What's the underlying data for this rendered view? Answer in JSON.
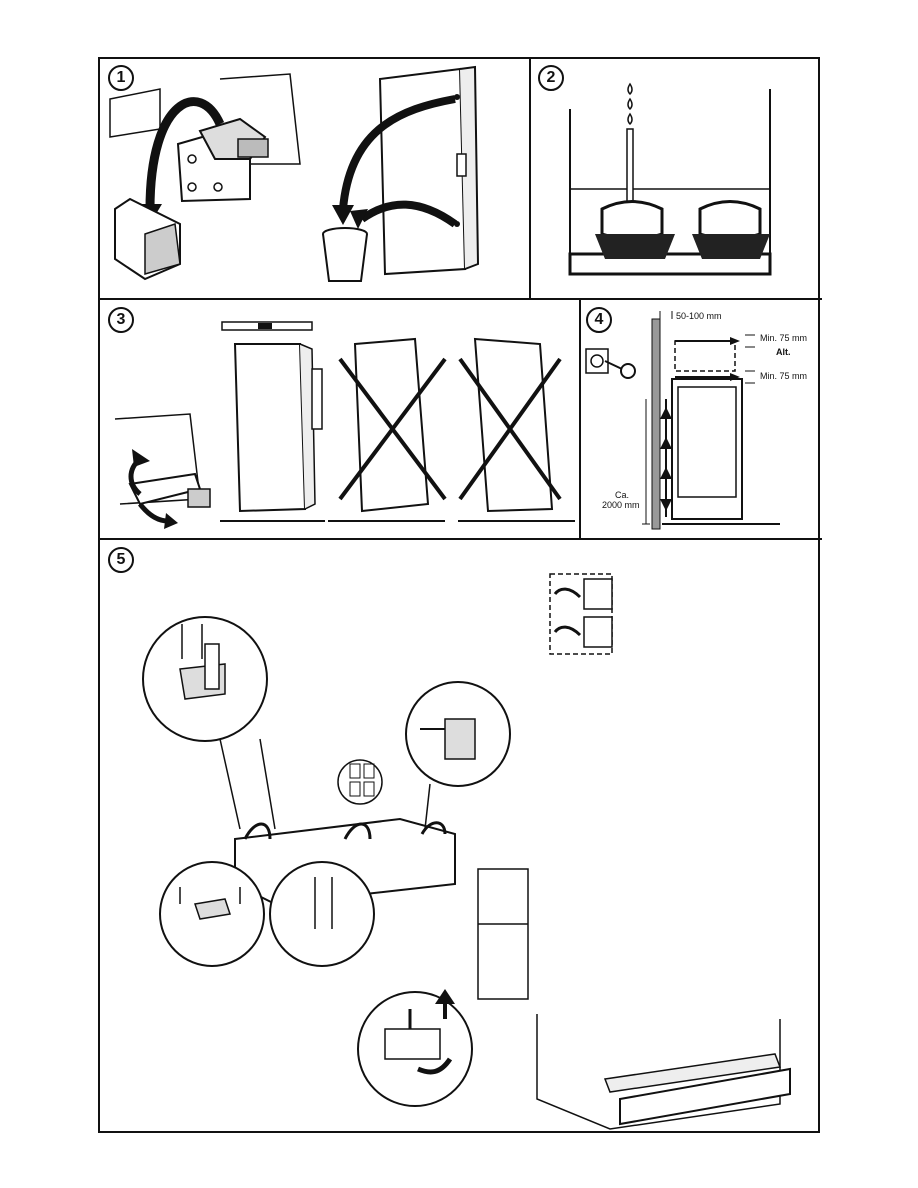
{
  "panels": {
    "p1": {
      "number": "1"
    },
    "p2": {
      "number": "2"
    },
    "p3": {
      "number": "3"
    },
    "p4": {
      "number": "4"
    },
    "p5": {
      "number": "5"
    }
  },
  "clearance": {
    "gap_top": "50-100 mm",
    "min_top": "Min. 75 mm",
    "alt": "Alt.",
    "min_bottom": "Min. 75 mm",
    "height_ca": "Ca.",
    "height_value": "2000 mm"
  },
  "colors": {
    "ink": "#111111",
    "paper": "#ffffff"
  }
}
